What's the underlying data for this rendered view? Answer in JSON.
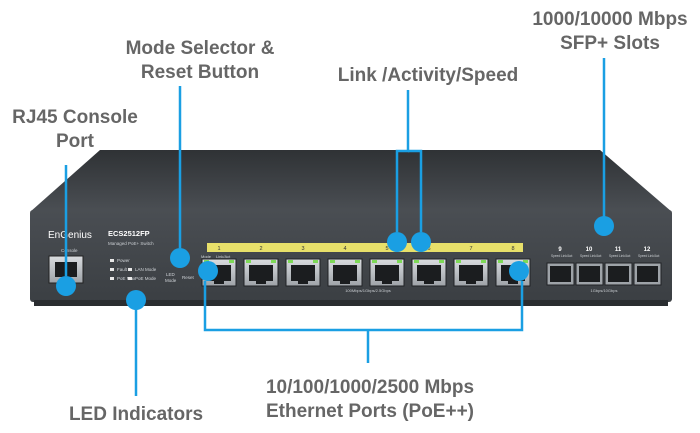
{
  "device": {
    "brand": "EnGenius",
    "model": "ECS2512FP",
    "subtitle": "Managed PoE+ Switch",
    "console_label": "Console",
    "led_labels": {
      "power": "Power",
      "fault": "Fault",
      "lan_mode": "LAN Mode",
      "poe_max": "PoE Max",
      "poe_mode": "PoE Mode",
      "led": "LED",
      "mode": "Mode",
      "reset": "Reset"
    },
    "port_header_labels": {
      "mode": "Mode",
      "link_act": "Link/Act"
    },
    "rj45_port_numbers": [
      "1",
      "2",
      "3",
      "4",
      "5",
      "6",
      "7",
      "8"
    ],
    "sfp_port_numbers": [
      "9",
      "10",
      "11",
      "12"
    ],
    "sfp_header_labels": {
      "speed": "Speed",
      "link_act": "Link/Act"
    },
    "rj45_speed_label": "100Mbps/1Gbps/2.5Gbps",
    "sfp_speed_label": "1Gbps/10Gbps"
  },
  "callouts": {
    "sfp_slots": [
      "1000/10000 Mbps",
      "SFP+ Slots"
    ],
    "mode_selector": [
      "Mode Selector &",
      "Reset Button"
    ],
    "link_activity": [
      "Link /Activity/Speed"
    ],
    "console_port": [
      "RJ45 Console",
      "Port"
    ],
    "ethernet_ports": [
      "10/100/1000/2500 Mbps",
      "Ethernet Ports (PoE++)"
    ],
    "led_indicators": [
      "LED Indicators"
    ]
  },
  "colors": {
    "accent": "#1a9fe3",
    "callout_text": "#666666",
    "chassis": "#404448",
    "port_strip": "#e8e06a"
  }
}
